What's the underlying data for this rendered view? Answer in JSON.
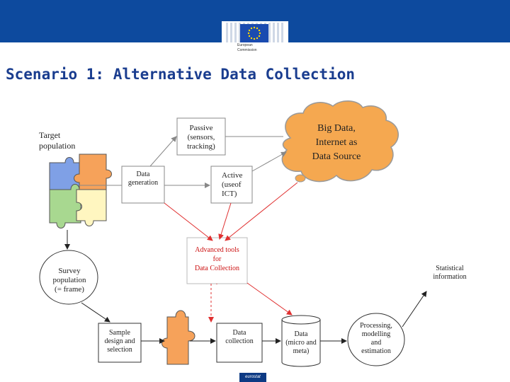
{
  "header": {
    "logo_line1": "European",
    "logo_line2": "Commission"
  },
  "title": "Scenario 1: Alternative Data Collection",
  "nodes": {
    "target_population": [
      "Target",
      "population"
    ],
    "passive": [
      "Passive",
      "(sensors,",
      "tracking)"
    ],
    "big_data": [
      "Big Data,",
      "Internet  as",
      "Data Source"
    ],
    "data_generation": [
      "Data",
      "generation"
    ],
    "active": [
      "Active",
      "(useof",
      "ICT)"
    ],
    "advanced_tools": [
      "Advanced tools",
      "for",
      "Data Collection"
    ],
    "survey_population": [
      "Survey",
      "population",
      "(= frame)"
    ],
    "statistical_information": [
      "Statistical",
      "information"
    ],
    "sample_design": [
      "Sample",
      "design and",
      "selection"
    ],
    "data_collection": [
      "Data",
      "collection"
    ],
    "data_store": [
      "Data",
      "(micro and",
      "meta)"
    ],
    "processing": [
      "Processing,",
      "modelling",
      "and",
      "estimation"
    ]
  },
  "footer": {
    "badge": "eurostat"
  },
  "colors": {
    "banner": "#0d4a9e",
    "title": "#1a3d8f",
    "red_arrow": "#e03030",
    "cloud": "#f5a850",
    "puzzle_blue": "#7fa0e6",
    "puzzle_orange": "#f6a25a",
    "puzzle_green": "#a8d890",
    "puzzle_yellow": "#fff6c0"
  }
}
